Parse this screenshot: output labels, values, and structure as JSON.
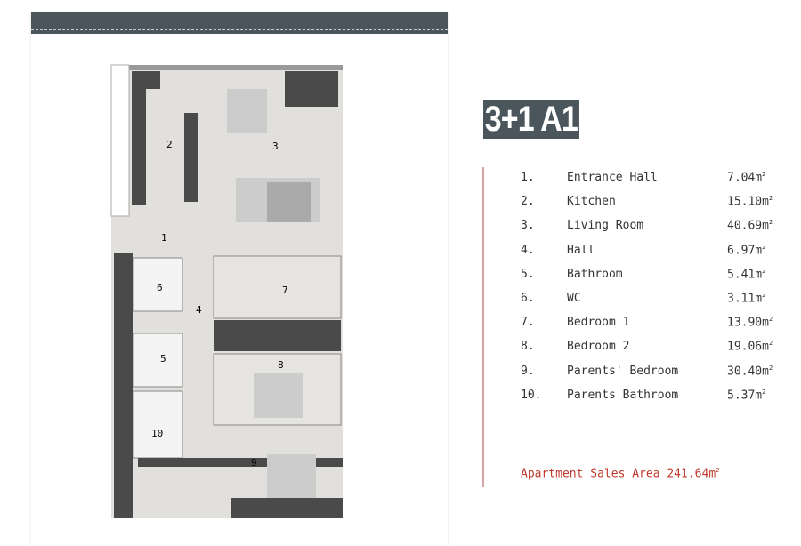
{
  "title": "3+1 A1",
  "rooms": [
    {
      "num": "1.",
      "name": "Entrance Hall",
      "area": "7.04m",
      "unit": "2"
    },
    {
      "num": "2.",
      "name": "Kitchen",
      "area": "15.10m",
      "unit": "2"
    },
    {
      "num": "3.",
      "name": "Living Room",
      "area": "40.69m",
      "unit": "2"
    },
    {
      "num": "4.",
      "name": "Hall",
      "area": "6.97m",
      "unit": "2"
    },
    {
      "num": "5.",
      "name": "Bathroom",
      "area": "5.41m",
      "unit": "2"
    },
    {
      "num": "6.",
      "name": "WC",
      "area": "3.11m",
      "unit": "2"
    },
    {
      "num": "7.",
      "name": "Bedroom 1",
      "area": "13.90m",
      "unit": "2"
    },
    {
      "num": "8.",
      "name": "Bedroom 2",
      "area": "19.06m",
      "unit": "2"
    },
    {
      "num": "9.",
      "name": "Parents' Bedroom",
      "area": "30.40m",
      "unit": "2"
    },
    {
      "num": "10.",
      "name": "Parents Bathroom",
      "area": "5.37m",
      "unit": "2"
    }
  ],
  "sales": {
    "label": "Apartment Sales Area 241.64m",
    "unit": "2"
  },
  "plan_labels": [
    "1",
    "2",
    "3",
    "4",
    "5",
    "6",
    "7",
    "8",
    "9",
    "10"
  ],
  "colors": {
    "header": "#4a555c",
    "accent": "#c0392b",
    "floor": "#e2e0dc",
    "wall": "#4a4a4a"
  }
}
